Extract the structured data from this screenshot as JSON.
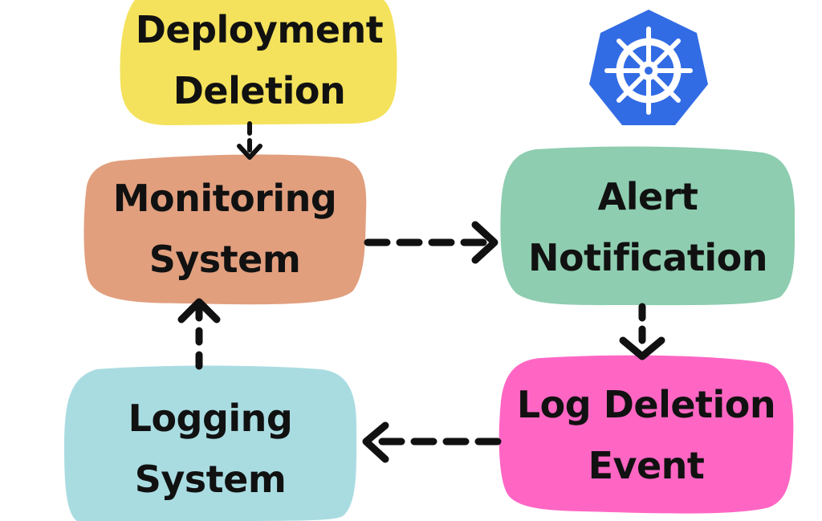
{
  "nodes": {
    "deployment_deletion": {
      "label": "Deployment\nDeletion",
      "color": "#f4e25c"
    },
    "monitoring_system": {
      "label": "Monitoring\nSystem",
      "color": "#e19f7e"
    },
    "alert_notification": {
      "label": "Alert\nNotification",
      "color": "#8ecdb0"
    },
    "log_deletion_event": {
      "label": "Log Deletion\nEvent",
      "color": "#ff66c4"
    },
    "logging_system": {
      "label": "Logging\nSystem",
      "color": "#a9dce1"
    }
  },
  "edges": [
    {
      "from": "Deployment Deletion",
      "to": "Monitoring System"
    },
    {
      "from": "Monitoring System",
      "to": "Alert Notification"
    },
    {
      "from": "Alert Notification",
      "to": "Log Deletion Event"
    },
    {
      "from": "Log Deletion Event",
      "to": "Logging System"
    },
    {
      "from": "Logging System",
      "to": "Monitoring System"
    }
  ],
  "logo": {
    "icon": "kubernetes-helm-icon",
    "color": "#326ce5"
  },
  "colors": {
    "arrow": "#111111",
    "text": "#111111"
  }
}
